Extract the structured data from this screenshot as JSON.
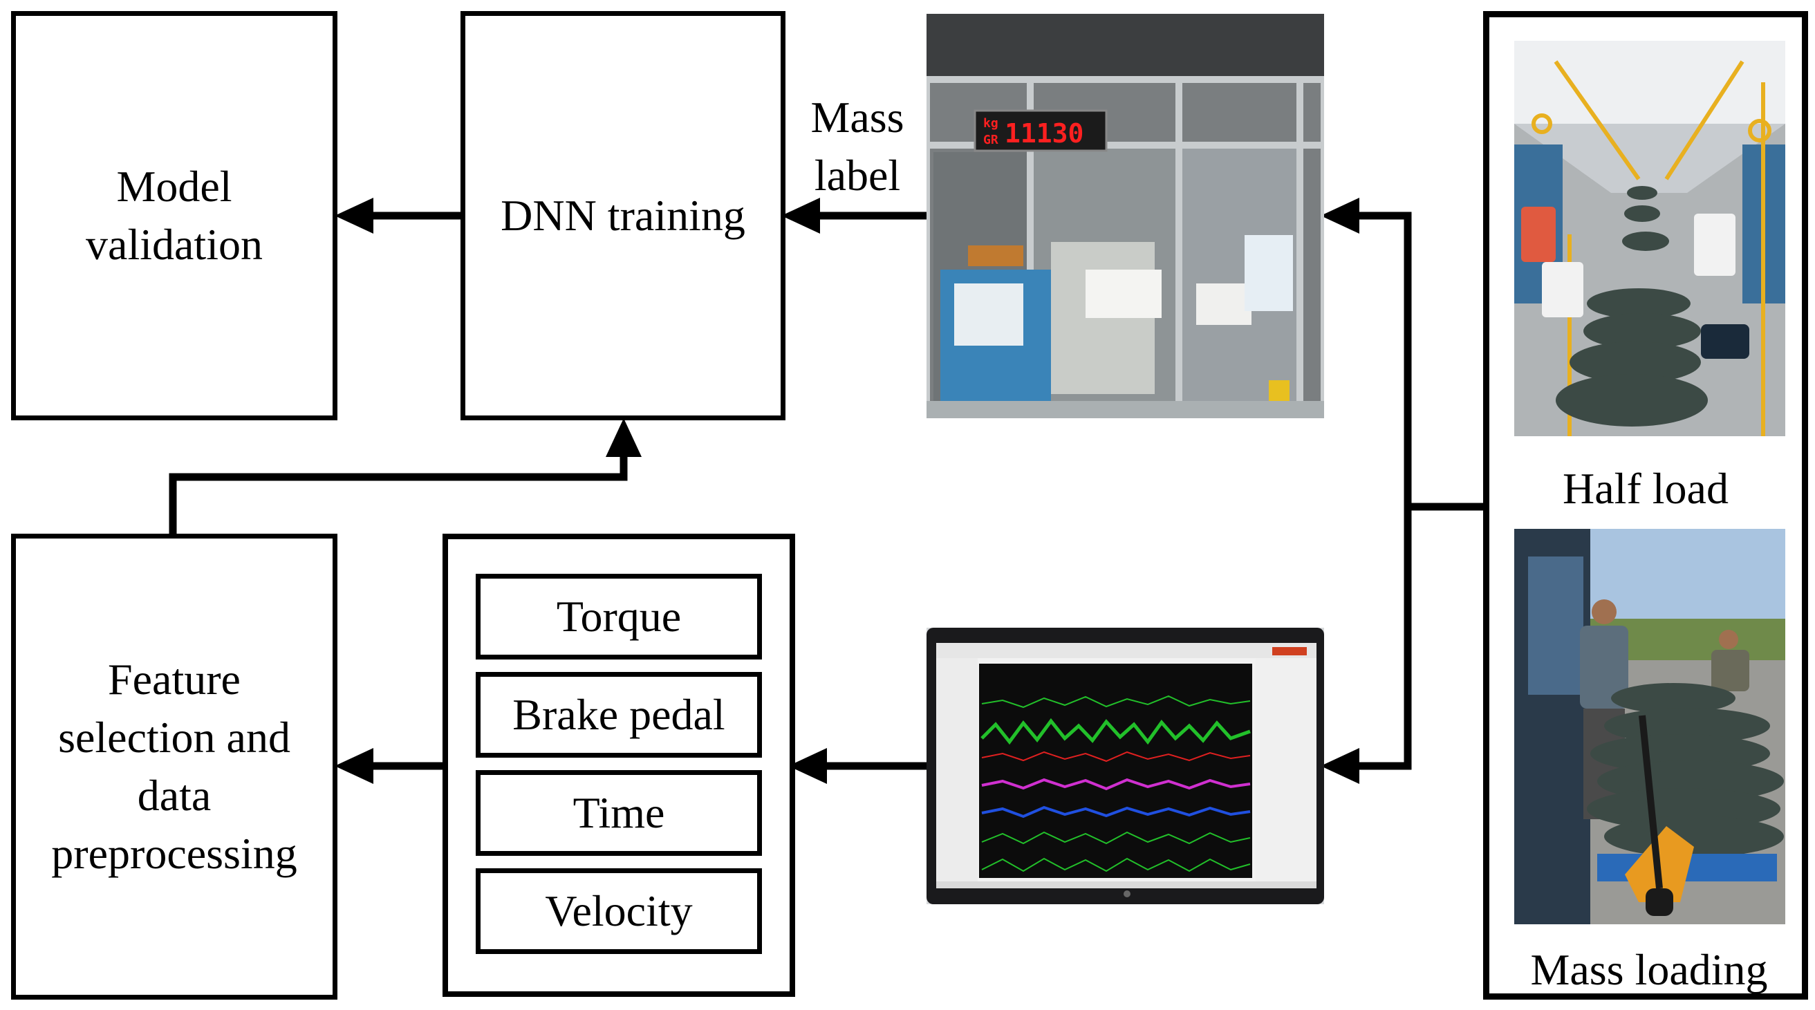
{
  "boxes": {
    "model_validation": "Model validation",
    "dnn_training": "DNN training",
    "feature_selection": "Feature selection and data preprocessing"
  },
  "signals": [
    "Torque",
    "Brake pedal",
    "Time",
    "Velocity"
  ],
  "labels": {
    "mass_label": "Mass label",
    "half_load": "Half load",
    "mass_loading": "Mass loading"
  },
  "scale_display": {
    "unit_top": "kg",
    "unit_bottom": "GR",
    "reading": "11130"
  },
  "colors": {
    "line": "#000000",
    "signal_green": "#22c02a",
    "signal_red": "#e02020",
    "signal_magenta": "#d030d0",
    "signal_blue": "#2050e0",
    "display_red": "#ff2020",
    "bus_rail": "#e8b020",
    "sandbag": "#3c4a45"
  },
  "icons": {
    "weighbridge_photo": "weighbridge-station-photo",
    "laptop_photo": "laptop-data-acquisition-photo",
    "half_load_photo": "bus-interior-sandbags-photo",
    "mass_loading_photo": "workers-loading-sandbags-photo"
  }
}
